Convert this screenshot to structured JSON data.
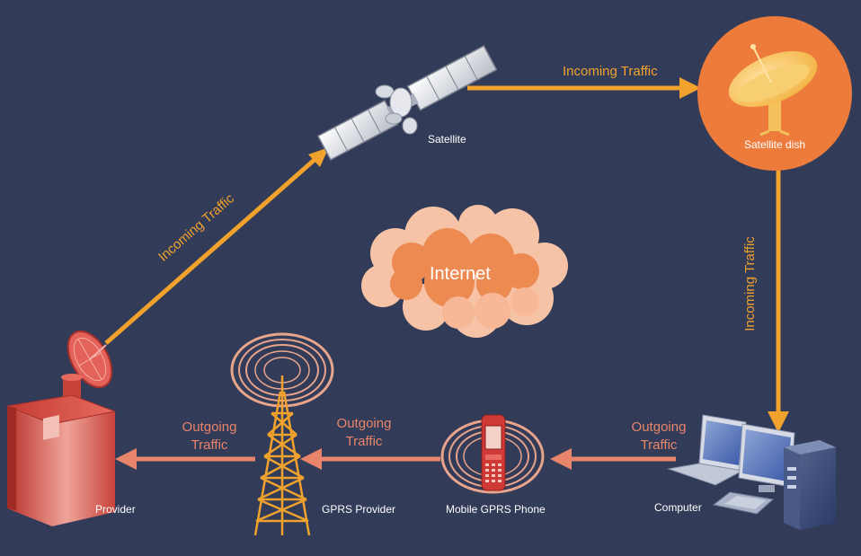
{
  "nodes": {
    "satellite": "Satellite",
    "satellite_dish": "Satellite dish",
    "computer": "Computer",
    "mobile_phone": "Mobile GPRS Phone",
    "gprs_provider": "GPRS Provider",
    "provider": "Provider"
  },
  "cloud": {
    "label": "Internet"
  },
  "connections": {
    "satellite_to_dish": "Incoming Traffic",
    "provider_to_satellite": "Incoming Traffic",
    "dish_to_computer": "Incoming Traffic",
    "computer_to_phone": "Outgoing Traffic",
    "phone_to_gprs": "Outgoing Traffic",
    "gprs_to_provider": "Outgoing Traffic"
  },
  "colors": {
    "background": "#323b58",
    "incoming": "#f0a22c",
    "outgoing": "#e8856a",
    "dish_circle": "#ed7b3b",
    "provider": "#d9534a",
    "cloud_dark": "#ec8a52",
    "cloud_light": "#f6c3a6"
  }
}
